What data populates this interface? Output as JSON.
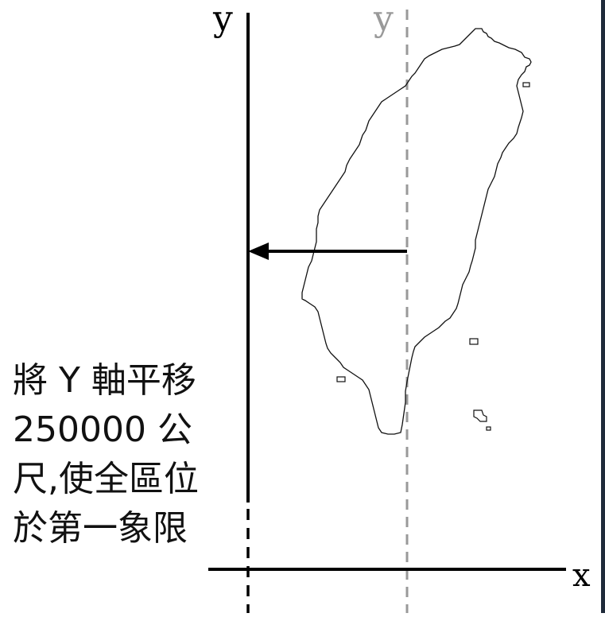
{
  "labels": {
    "y_axis_original": "y",
    "y_axis_shifted": "y",
    "x_axis": "x"
  },
  "caption": {
    "line1": "將 Y 軸平移",
    "line2": "250000 公",
    "line3": "尺,使全區位",
    "line4": "於第一象限"
  },
  "colors": {
    "axis": "#000000",
    "shifted_axis": "#999999",
    "map_outline": "#111111",
    "arrow": "#000000"
  },
  "icons": {
    "arrow": "arrow-left",
    "island": "taiwan-map-outline"
  }
}
